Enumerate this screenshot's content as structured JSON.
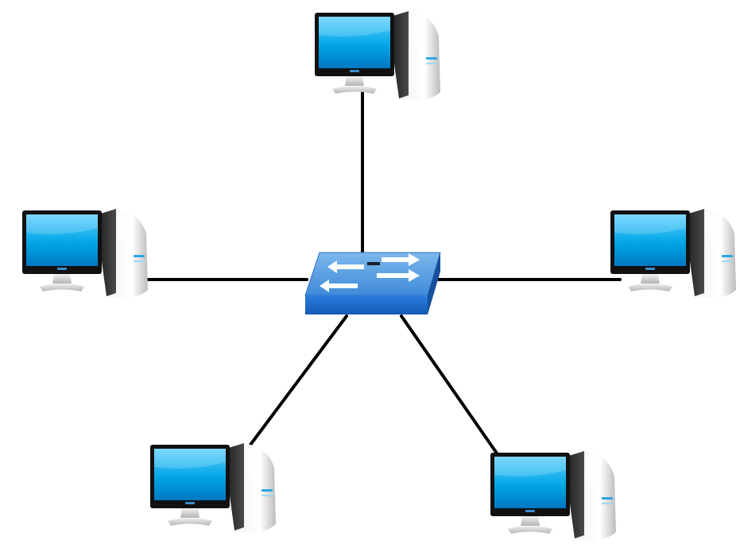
{
  "diagram": {
    "type": "star-network-topology",
    "background": "#ffffff",
    "link_color": "#000000",
    "hub": {
      "icon": "network-switch-icon",
      "top_color": "#5b9fe0",
      "front_color": "#1f6fd6",
      "arrow_color": "#ffffff"
    },
    "computer": {
      "icon": "desktop-computer-icon",
      "screen_color": "#00a6e6",
      "bezel_color": "#111111",
      "tower_color": "#e8e8e8",
      "tower_led_color": "#2aa6e6"
    },
    "nodes": [
      {
        "id": "top",
        "label": ""
      },
      {
        "id": "left",
        "label": ""
      },
      {
        "id": "right",
        "label": ""
      },
      {
        "id": "bottom-left",
        "label": ""
      },
      {
        "id": "bottom-right",
        "label": ""
      }
    ]
  }
}
